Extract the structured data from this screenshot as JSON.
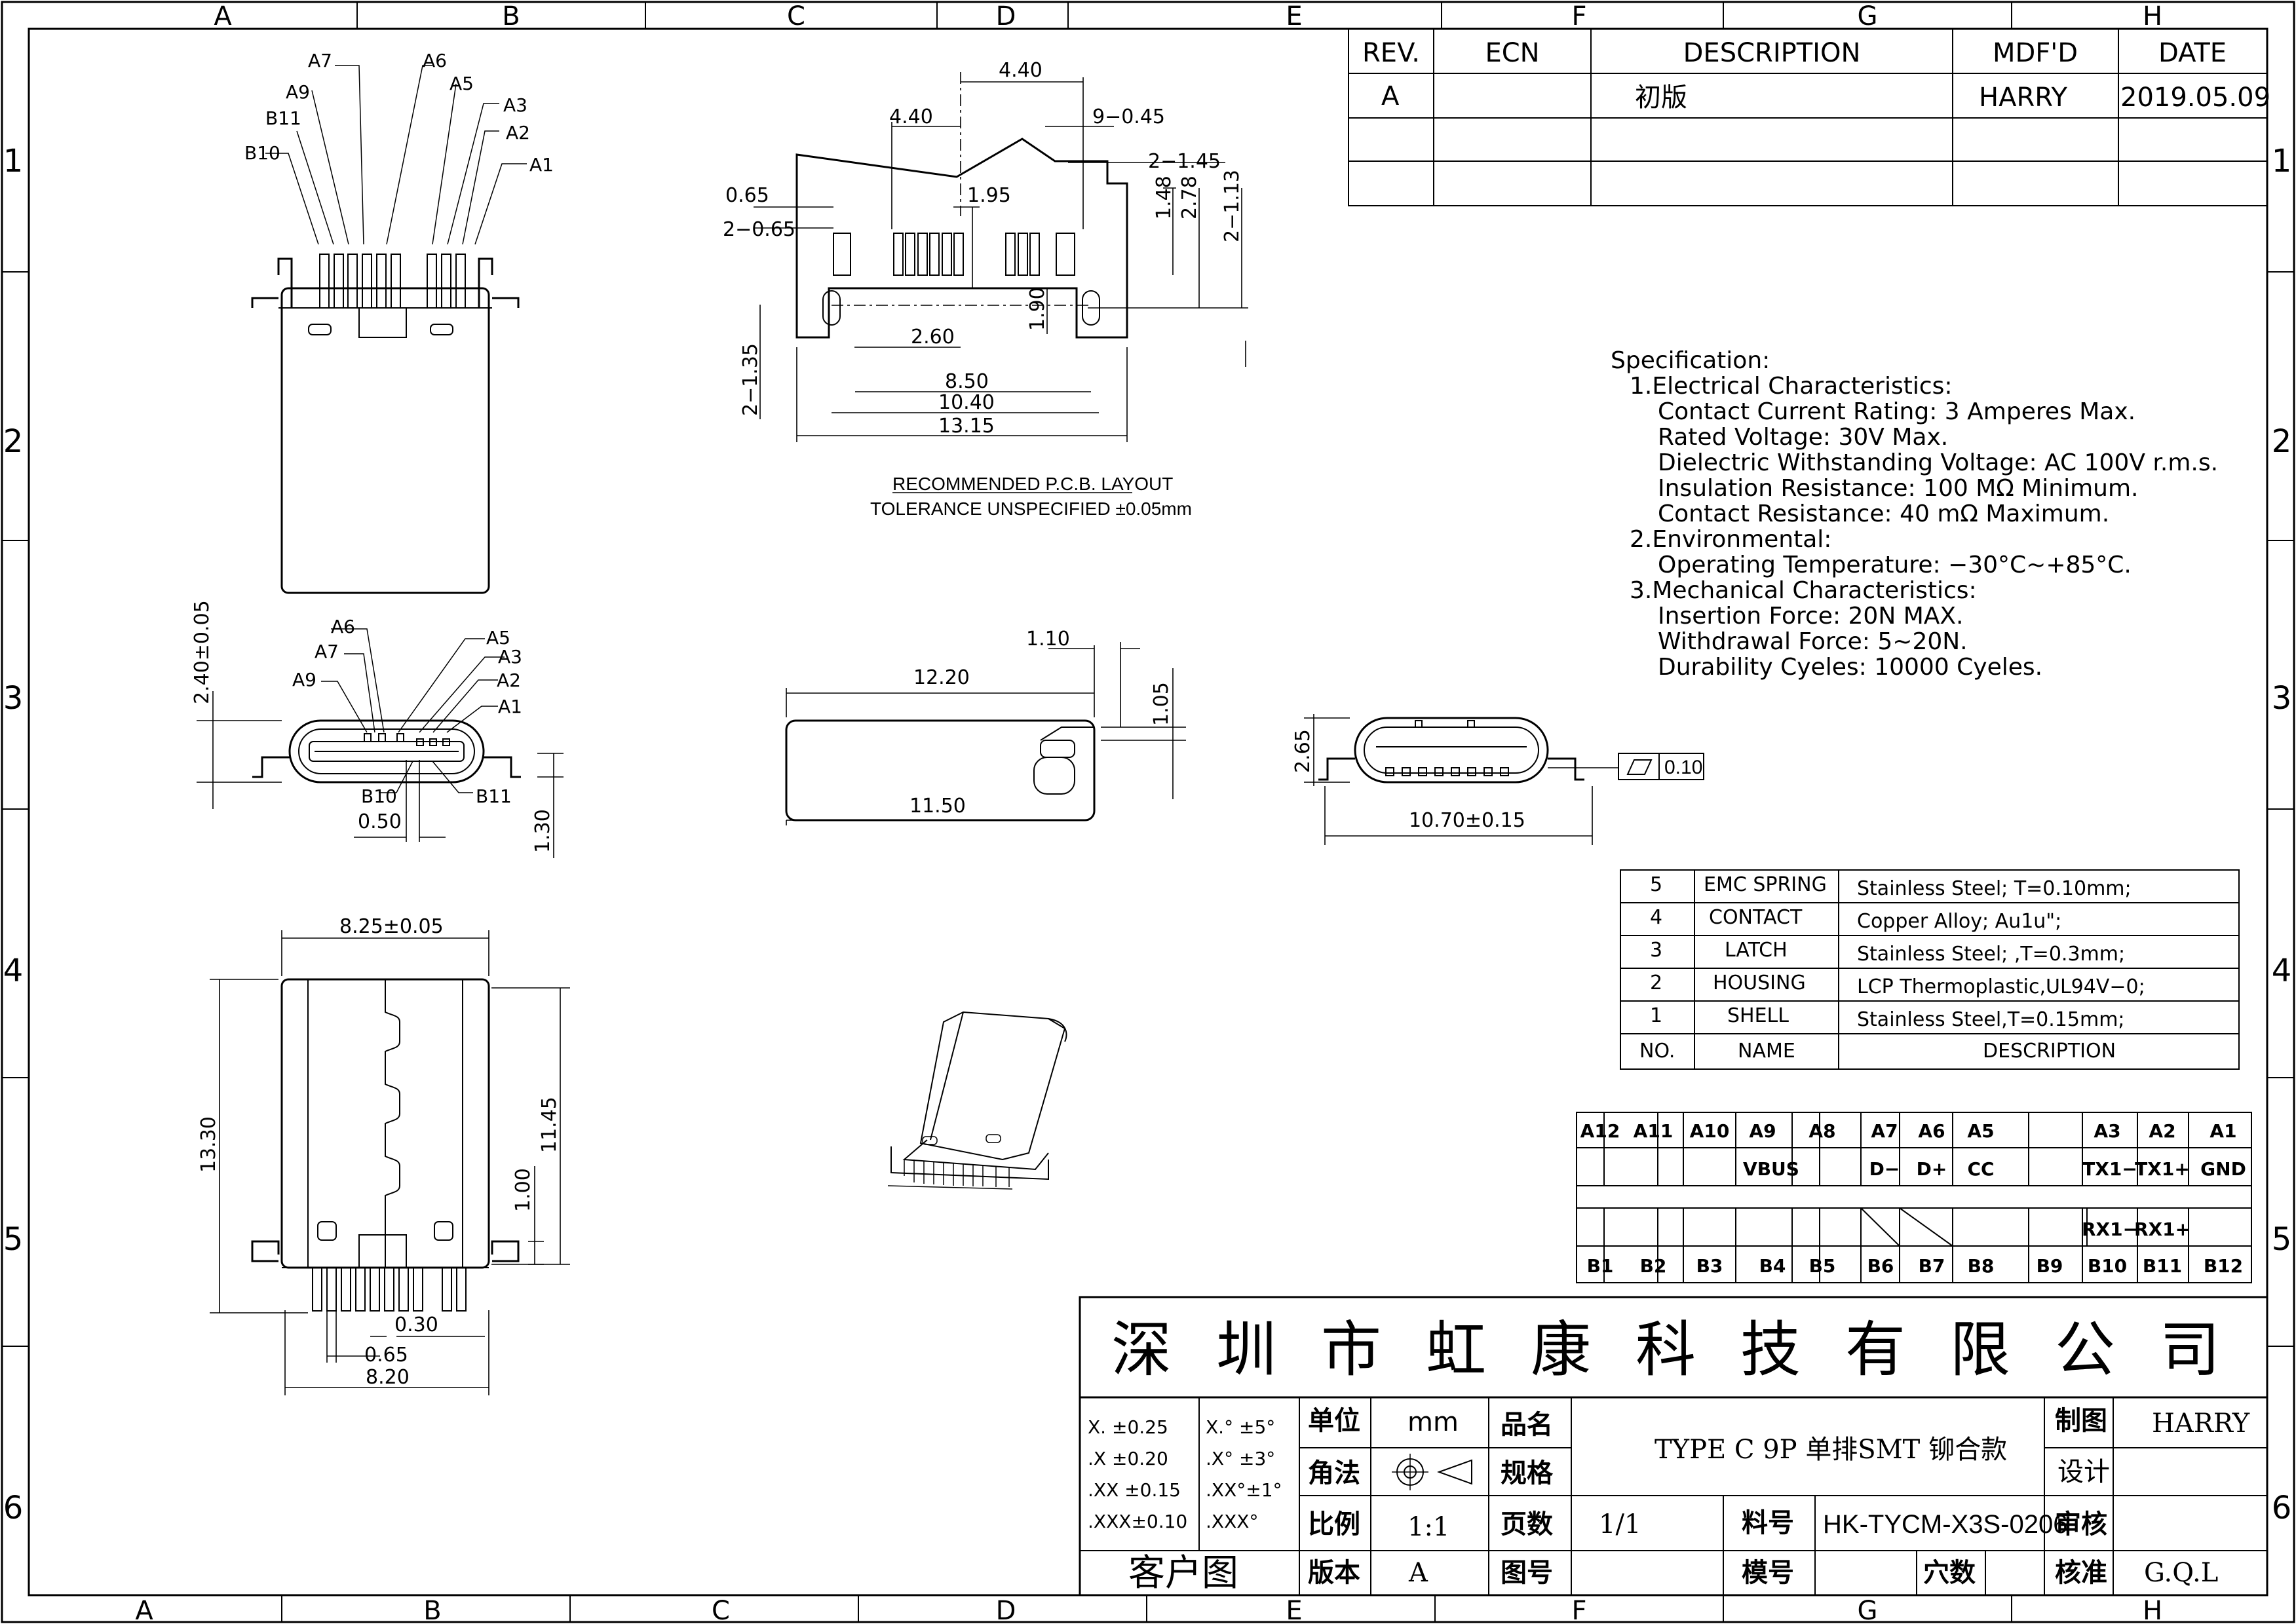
{
  "border": {
    "columns": [
      "A",
      "B",
      "C",
      "D",
      "E",
      "F",
      "G",
      "H"
    ],
    "rows": [
      "1",
      "2",
      "3",
      "4",
      "5",
      "6"
    ]
  },
  "revision_table": {
    "headers": [
      "REV.",
      "ECN",
      "DESCRIPTION",
      "MDF'D",
      "DATE"
    ],
    "row": {
      "rev": "A",
      "ecn": "",
      "description": "初版",
      "mdfd": "HARRY",
      "date": "2019.05.09"
    }
  },
  "specification": {
    "title": "Specification:",
    "lines": [
      "1.Electrical  Characteristics:",
      "Contact  Current  Rating:  3  Amperes  Max.",
      "Rated  Voltage:   30V  Max.",
      "Dielectric  Withstanding  Voltage:  AC  100V  r.m.s.",
      "Insulation  Resistance:  100  MΩ  Minimum.",
      "Contact  Resistance:  40  mΩ  Maximum.",
      "2.Environmental:",
      "Operating  Temperature:  −30°C~+85°C.",
      "3.Mechanical  Characteristics:",
      "Insertion  Force:  20N  MAX.",
      "Withdrawal  Force:  5~20N.",
      "Durability  Cyeles:  10000  Cyeles."
    ]
  },
  "pcb_layout": {
    "title": "RECOMMENDED  P.C.B.  LAYOUT",
    "tolerance": "TOLERANCE UNSPECIFIED ±0.05mm",
    "dims": {
      "d440a": "4.40",
      "d440b": "4.40",
      "d945": "9−0.45",
      "d2_145": "2−1.45",
      "d065": "0.65",
      "d2_065": "2−0.65",
      "d195": "1.95",
      "d148": "1.48",
      "d278": "2.78",
      "d2_113": "2−1.13",
      "d190": "1.90",
      "d260": "2.60",
      "d2_135": "2−1.35",
      "d850": "8.50",
      "d1040": "10.40",
      "d1315": "13.15"
    }
  },
  "top_view": {
    "labels": {
      "A7": "A7",
      "A6": "A6",
      "A9": "A9",
      "A5": "A5",
      "B11": "B11",
      "A3": "A3",
      "A2": "A2",
      "B10": "B10",
      "A1": "A1"
    }
  },
  "front_view": {
    "labels": {
      "A6": "A6",
      "A5": "A5",
      "A7": "A7",
      "A3": "A3",
      "A9": "A9",
      "A2": "A2",
      "A1": "A1",
      "B10": "B10",
      "B11": "B11"
    },
    "dims": {
      "d240": "2.40±0.05",
      "d050": "0.50",
      "d130": "1.30"
    }
  },
  "side_view": {
    "dims": {
      "d110": "1.10",
      "d1220": "12.20",
      "d105": "1.05",
      "d1150": "11.50"
    }
  },
  "rear_view": {
    "dims": {
      "d265": "2.65",
      "d1070": "10.70±0.15",
      "flatness": "0.10"
    }
  },
  "bottom_view": {
    "dims": {
      "d825": "8.25±0.05",
      "d1330": "13.30",
      "d1145": "11.45",
      "d100": "1.00",
      "d030": "0.30",
      "d065": "0.65",
      "d820": "8.20"
    }
  },
  "bom": {
    "headers": [
      "NO.",
      "NAME",
      "DESCRIPTION"
    ],
    "rows": [
      {
        "no": "5",
        "name": "EMC  SPRING",
        "desc": "Stainless  Steel; T=0.10mm;"
      },
      {
        "no": "4",
        "name": "CONTACT",
        "desc": "Copper  Alloy; Au1u\";"
      },
      {
        "no": "3",
        "name": "LATCH",
        "desc": "Stainless  Steel; ,T=0.3mm;"
      },
      {
        "no": "2",
        "name": "HOUSING",
        "desc": "LCP  Thermoplastic,UL94V−0;"
      },
      {
        "no": "1",
        "name": "SHELL",
        "desc": "Stainless  Steel,T=0.15mm;"
      }
    ]
  },
  "pin_table": {
    "a_pins": [
      "A12",
      "A11",
      "A10",
      "A9",
      "A8",
      "A7",
      "A6",
      "A5",
      "",
      "A3",
      "A2",
      "A1"
    ],
    "a_signals": [
      "",
      "",
      "",
      "VBUS",
      "",
      "D−",
      "D+",
      "CC",
      "",
      "TX1−",
      "TX1+",
      "GND"
    ],
    "b_signals": [
      "",
      "",
      "",
      "",
      "",
      "",
      "",
      "",
      "",
      "RX1−",
      "RX1+",
      ""
    ],
    "b_pins": [
      "B1",
      "B2",
      "B3",
      "B4",
      "B5",
      "B6",
      "B7",
      "B8",
      "B9",
      "B10",
      "B11",
      "B12"
    ]
  },
  "title_block": {
    "company": [
      "深",
      "圳",
      "市",
      "虹",
      "康",
      "科",
      "技",
      "有",
      "限",
      "公",
      "司"
    ],
    "tolerances_left": [
      "X.  ±0.25",
      ".X  ±0.20",
      ".XX ±0.15",
      ".XXX±0.10"
    ],
    "tolerances_right": [
      "X.° ±5°",
      ".X° ±3°",
      ".XX°±1°",
      ".XXX°"
    ],
    "unit_label": "单位",
    "unit_value": "mm",
    "angle_label": "角法",
    "scale_label": "比例",
    "scale_value": "1:1",
    "version_label": "版本",
    "version_value": "A",
    "customer_drawing": "客户图",
    "name_label": "品名",
    "spec_label": "规格",
    "product_name": "TYPE  C  9P  单排SMT   铆合款",
    "pages_label": "页数",
    "pages_value": "1/1",
    "drawing_label": "图号",
    "part_label": "料号",
    "part_value": "HK-TYCM-X3S-0206",
    "mold_label": "模号",
    "cavity_label": "穴数",
    "drawn_label": "制图",
    "drawn_value": "HARRY",
    "design_label": "设计",
    "check_label": "审核",
    "approve_label": "核准",
    "approve_value": "G.Q.L"
  }
}
